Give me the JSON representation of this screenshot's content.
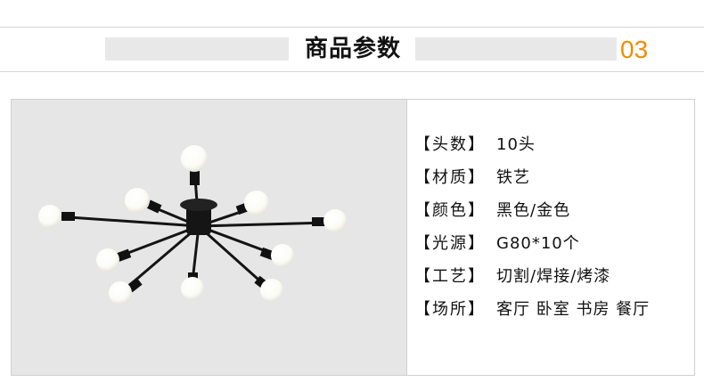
{
  "header": {
    "title": "商品参数",
    "section_number": "03",
    "accent_color": "#f08c00"
  },
  "product_image": {
    "subject": "chandelier",
    "background": "#e6e6e6"
  },
  "specs": [
    {
      "key": "【头数】",
      "value": "10头"
    },
    {
      "key": "【材质】",
      "value": "铁艺"
    },
    {
      "key": "【颜色】",
      "value": "黑色/金色"
    },
    {
      "key": "【光源】",
      "value": "G80*10个"
    },
    {
      "key": "【工艺】",
      "value": "切割/焊接/烤漆"
    },
    {
      "key": "【场所】",
      "value": "客厅 卧室 书房 餐厅"
    }
  ]
}
